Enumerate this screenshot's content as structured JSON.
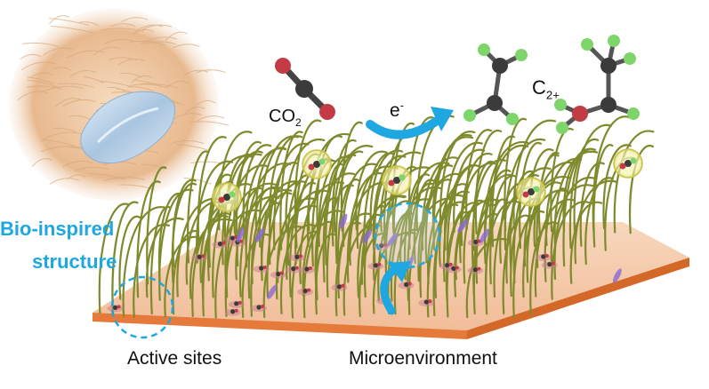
{
  "labels": {
    "active_sites": "Active sites",
    "microenvironment": "Microenvironment",
    "bio_line1": "Bio-inspired",
    "bio_line2": "structure",
    "co2_main": "CO",
    "co2_sub": "2",
    "c2_main": "C",
    "c2_sub": "2+",
    "e_main": "e",
    "e_sup": "-"
  },
  "colors": {
    "accent_blue": "#1ea7e0",
    "fiber": "#7f8a2c",
    "substrate_top": "#f4c8a8",
    "substrate_edge": "#e67a3a",
    "atom_carbon": "#3b3b3b",
    "atom_oxygen": "#c23b45",
    "atom_hydrogen": "#7ed66a"
  },
  "icons": [
    "co2-molecule-icon",
    "ethylene-molecule-icon",
    "ethanol-molecule-icon",
    "electron-arrow-icon"
  ]
}
